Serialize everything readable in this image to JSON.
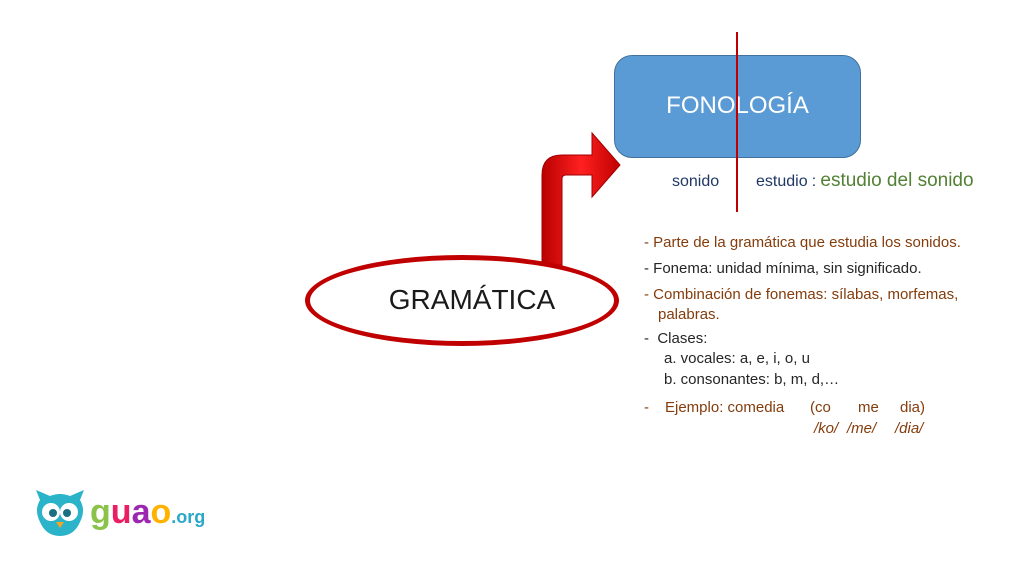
{
  "diagram": {
    "main_node": "GRAMÁTICA",
    "branch_node": "FONOLOGÍA",
    "etymology": {
      "part1": "sonido",
      "part2": "estudio",
      "separator": ":",
      "meaning": "estudio del sonido"
    },
    "points": [
      {
        "dash": "- ",
        "text": "Parte de la gramática que estudia los sonidos."
      },
      {
        "dash": "- ",
        "text": "Fonema: unidad mínima, sin significado."
      },
      {
        "dash": "- ",
        "text": "Combinación de fonemas: sílabas, morfemas,",
        "cont": "palabras."
      },
      {
        "dash": "-  ",
        "text": "Clases:",
        "sub": [
          "a. vocales: a, e, i, o, u",
          "b. consonantes: b, m, d,…"
        ]
      }
    ],
    "example": {
      "dash": "-",
      "label": "Ejemplo: comedia",
      "syllables": [
        "(co",
        "me",
        "dia)"
      ],
      "phonetic": [
        "/ko/",
        "/me/",
        "/dia/"
      ]
    },
    "colors": {
      "box": "#5b9bd5",
      "arrow": "#e00000",
      "ellipse_border": "#c00000",
      "divider": "#c00000"
    }
  },
  "logo": {
    "text_g": "g",
    "text_u": "u",
    "text_a": "a",
    "text_o": "o",
    "text_suffix": ".org",
    "icon": "owl-icon"
  }
}
